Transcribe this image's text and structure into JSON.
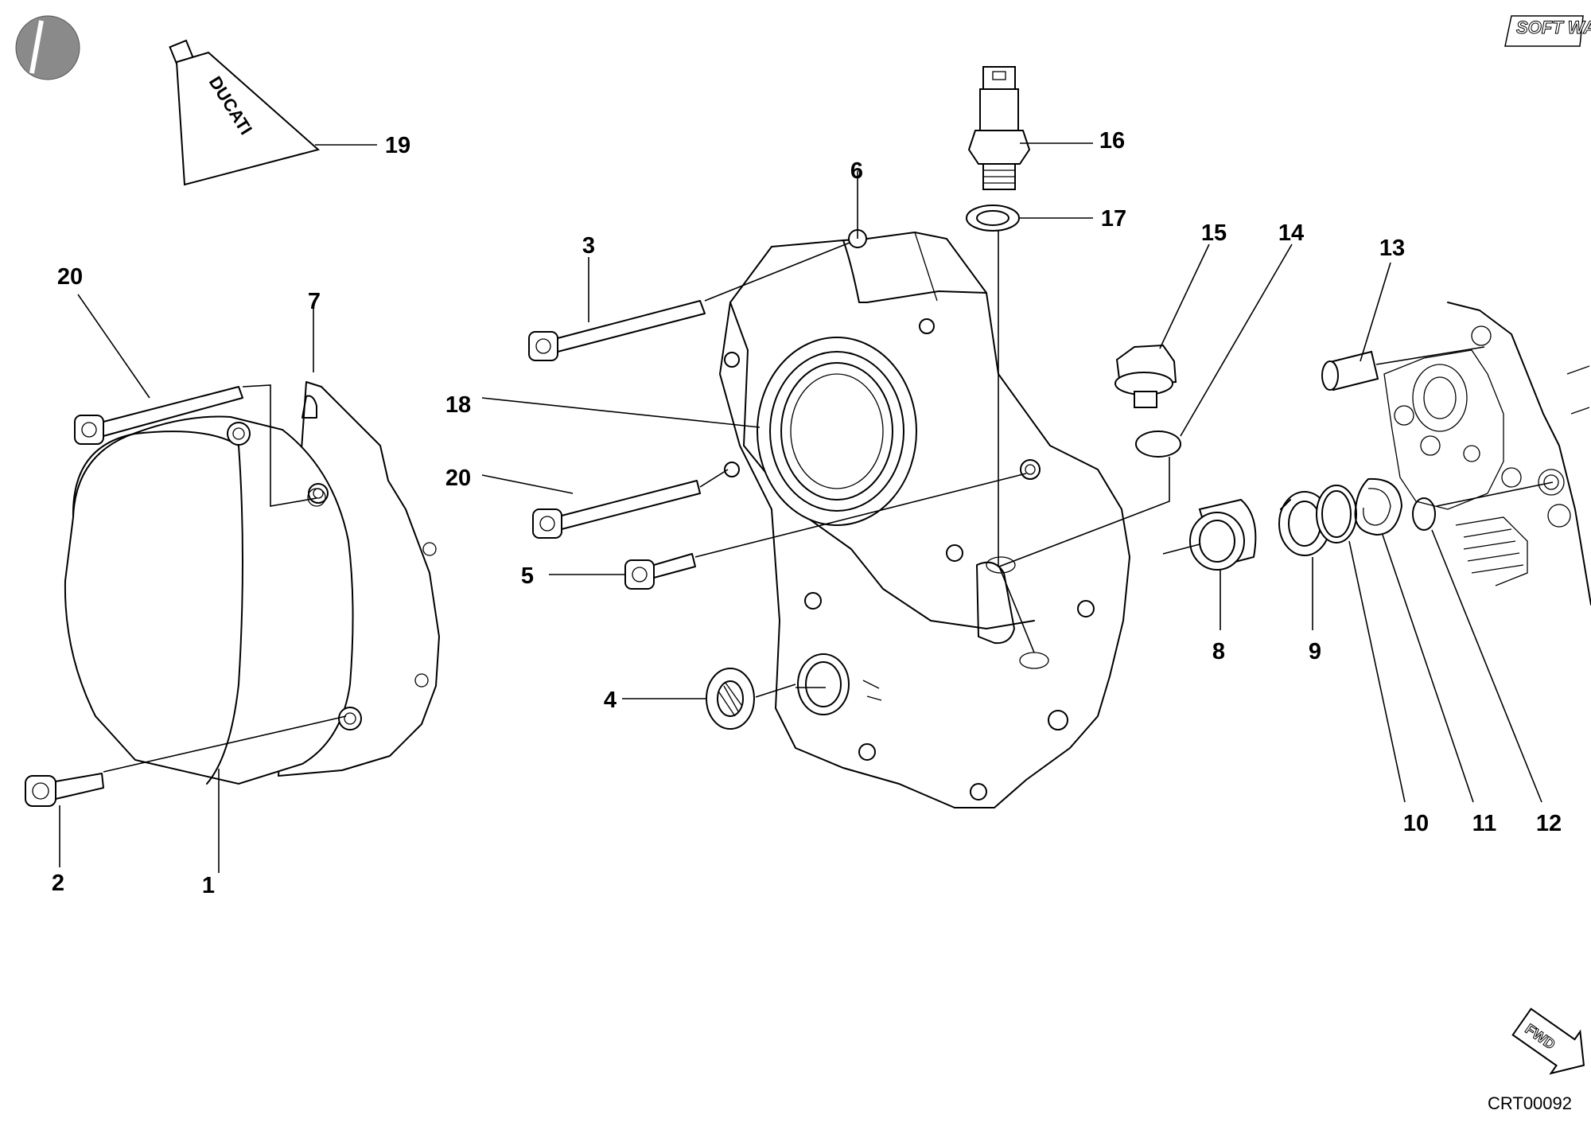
{
  "diagram": {
    "drawing_code": "CRT00092",
    "forward_arrow_label": "FWD",
    "brand_logo_text": "SOFT WAY",
    "tube_label": "DUCATI",
    "callouts": [
      {
        "id": "c1",
        "label": "1"
      },
      {
        "id": "c2",
        "label": "2"
      },
      {
        "id": "c3",
        "label": "3"
      },
      {
        "id": "c4",
        "label": "4"
      },
      {
        "id": "c5",
        "label": "5"
      },
      {
        "id": "c6",
        "label": "6"
      },
      {
        "id": "c7",
        "label": "7"
      },
      {
        "id": "c8",
        "label": "8"
      },
      {
        "id": "c9",
        "label": "9"
      },
      {
        "id": "c10",
        "label": "10"
      },
      {
        "id": "c11",
        "label": "11"
      },
      {
        "id": "c12",
        "label": "12"
      },
      {
        "id": "c13",
        "label": "13"
      },
      {
        "id": "c14",
        "label": "14"
      },
      {
        "id": "c15",
        "label": "15"
      },
      {
        "id": "c16",
        "label": "16"
      },
      {
        "id": "c17",
        "label": "17"
      },
      {
        "id": "c18",
        "label": "18"
      },
      {
        "id": "c19",
        "label": "19"
      },
      {
        "id": "c20a",
        "label": "20"
      },
      {
        "id": "c20b",
        "label": "20"
      }
    ]
  }
}
